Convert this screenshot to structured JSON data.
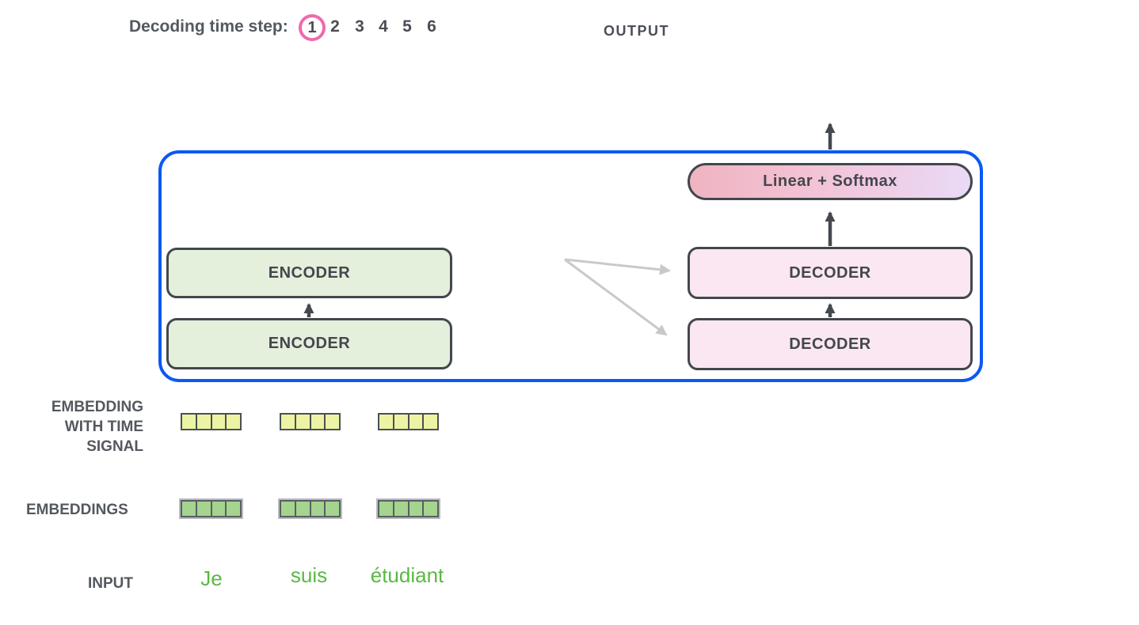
{
  "header": {
    "decoding_label": "Decoding time step:",
    "steps": [
      "1",
      "2",
      "3",
      "4",
      "5",
      "6"
    ],
    "active_step": "1",
    "output_label": "OUTPUT"
  },
  "diagram": {
    "encoders": [
      {
        "label": "ENCODER"
      },
      {
        "label": "ENCODER"
      }
    ],
    "decoders": [
      {
        "label": "DECODER"
      },
      {
        "label": "DECODER"
      }
    ],
    "linear_softmax": {
      "label": "Linear + Softmax"
    }
  },
  "left_labels": {
    "embedding_time_lines": [
      "EMBEDDING",
      "WITH TIME",
      "SIGNAL"
    ],
    "embeddings": "EMBEDDINGS",
    "input": "INPUT"
  },
  "input_tokens": [
    "Je",
    "suis",
    "étudiant"
  ],
  "embedding": {
    "cells_per_vector": 4,
    "vector_count": 3
  },
  "colors": {
    "container_border": "#0b58f5",
    "active_step_ring": "#ee6aae",
    "encoder_fill": "#e4efdc",
    "decoder_fill": "#fae7f2",
    "linear_softmax_gradient": [
      "#efb4c1",
      "#e9daf7"
    ],
    "time_signal_cell_fill": "#ecf4a4",
    "embedding_cell_fill": "#a4d48d",
    "token_text": "#5bb843",
    "dark_text": "#4a4e54",
    "arrow_dark": "#45494f",
    "arrow_gray": "#c9c9c9"
  }
}
